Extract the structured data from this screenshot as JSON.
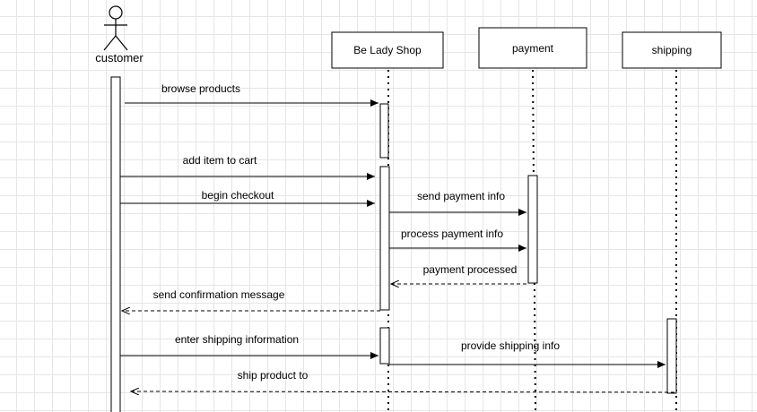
{
  "actor": {
    "label": "customer",
    "icon": "stick-figure-icon"
  },
  "participants": [
    {
      "id": "shop",
      "label": "Be Lady Shop"
    },
    {
      "id": "payment",
      "label": "payment"
    },
    {
      "id": "shipping",
      "label": "shipping"
    }
  ],
  "messages": [
    {
      "from": "customer",
      "to": "shop",
      "label": "browse products",
      "style": "solid"
    },
    {
      "from": "customer",
      "to": "shop",
      "label": "add item to cart",
      "style": "solid"
    },
    {
      "from": "customer",
      "to": "shop",
      "label": "begin checkout",
      "style": "solid"
    },
    {
      "from": "shop",
      "to": "payment",
      "label": "send payment info",
      "style": "solid"
    },
    {
      "from": "shop",
      "to": "payment",
      "label": "process payment info",
      "style": "solid"
    },
    {
      "from": "payment",
      "to": "shop",
      "label": "payment processed",
      "style": "dashed"
    },
    {
      "from": "shop",
      "to": "customer",
      "label": "send confirmation message",
      "style": "dashed"
    },
    {
      "from": "customer",
      "to": "shop",
      "label": "enter shipping information",
      "style": "solid"
    },
    {
      "from": "shop",
      "to": "shipping",
      "label": "provide shipping info",
      "style": "solid"
    },
    {
      "from": "shipping",
      "to": "customer",
      "label": "ship product to",
      "style": "dashed"
    }
  ]
}
